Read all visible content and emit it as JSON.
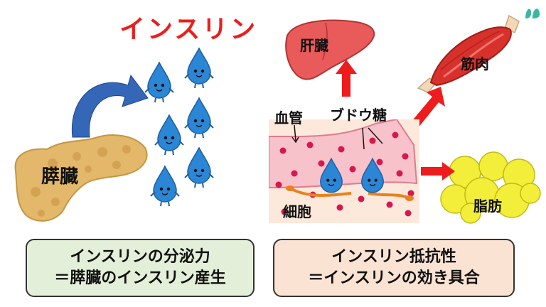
{
  "colors": {
    "insulin_title": "#ee1c1c",
    "left_box": "#e4efd9",
    "right_box": "#fbe3d3",
    "drop": "#2b86d6",
    "arrow_blue": "#3567b8",
    "arrow_red": "#ee1c1c",
    "glucose": "#d7184f",
    "logo": "#3ab7a0"
  },
  "insulin_title": "インスリン",
  "pancreas_label": "膵臓",
  "liver_label": "肝臓",
  "muscle_label": "筋肉",
  "fat_label": "脂肪",
  "vessel_label": "血管",
  "glucose_label": "ブドウ糖",
  "cell_label": "細胞",
  "left_caption": {
    "line1": "インスリンの分泌力",
    "line2": "＝膵臓のインスリン産生"
  },
  "right_caption": {
    "line1": "インスリン抵抗性",
    "line2": "＝インスリンの効き具合"
  },
  "logo_icon": "brand-logo-icon"
}
